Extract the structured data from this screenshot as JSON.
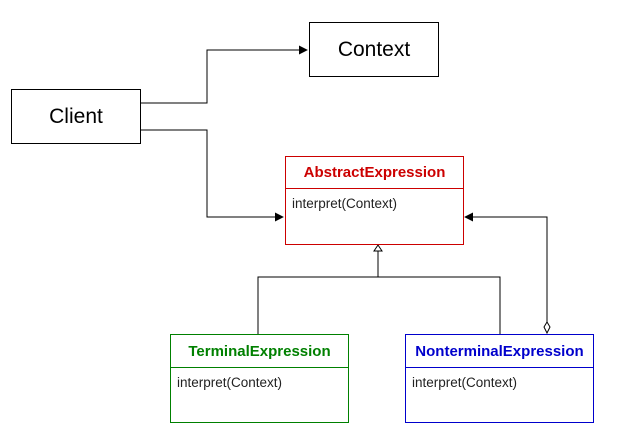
{
  "diagram": {
    "client": {
      "label": "Client"
    },
    "context": {
      "label": "Context"
    },
    "abstract_expression": {
      "name": "AbstractExpression",
      "operation": "interpret(Context)",
      "color": "#cc0000"
    },
    "terminal_expression": {
      "name": "TerminalExpression",
      "operation": "interpret(Context)",
      "color": "#008000"
    },
    "nonterminal_expression": {
      "name": "NonterminalExpression",
      "operation": "interpret(Context)",
      "color": "#0000cc"
    },
    "relations": [
      {
        "from": "Client",
        "to": "Context",
        "type": "association"
      },
      {
        "from": "Client",
        "to": "AbstractExpression",
        "type": "association"
      },
      {
        "from": "TerminalExpression",
        "to": "AbstractExpression",
        "type": "generalization"
      },
      {
        "from": "NonterminalExpression",
        "to": "AbstractExpression",
        "type": "generalization"
      },
      {
        "from": "NonterminalExpression",
        "to": "AbstractExpression",
        "type": "aggregation"
      }
    ]
  }
}
